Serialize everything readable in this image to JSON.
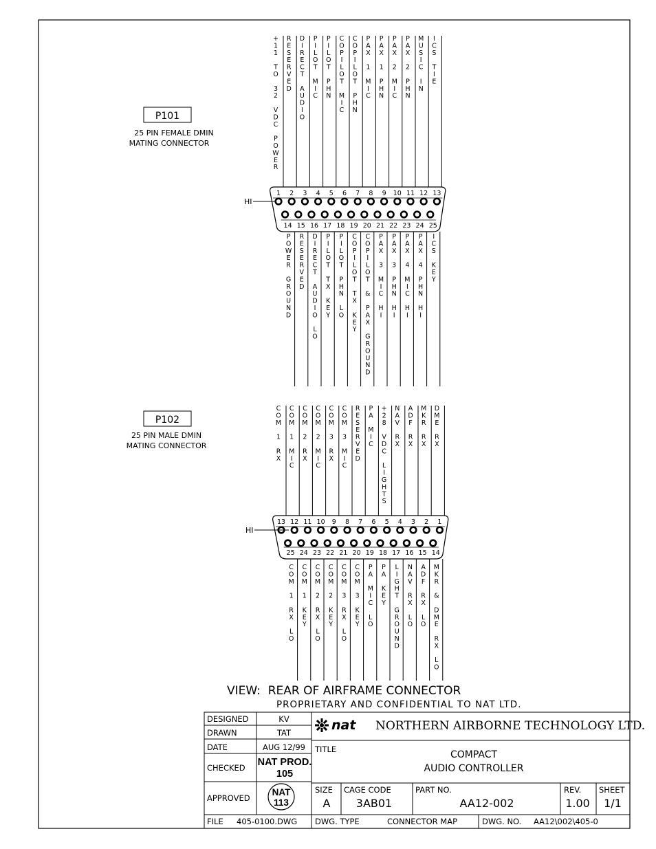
{
  "p101": {
    "tag": "P101",
    "desc1": "25 PIN FEMALE DMIN",
    "desc2": "MATING CONNECTOR",
    "hi": "HI",
    "top_nums": [
      "1",
      "2",
      "3",
      "4",
      "5",
      "6",
      "7",
      "8",
      "9",
      "10",
      "11",
      "12",
      "13"
    ],
    "bot_nums": [
      "14",
      "15",
      "16",
      "17",
      "18",
      "19",
      "20",
      "21",
      "22",
      "23",
      "24",
      "25"
    ],
    "top_signals": [
      "+11 TO 32 VDC POWER",
      "RESERVED",
      "DIRECT AUDIO",
      "PILOT MIC",
      "PILOT PHN",
      "COPILOT MIC",
      "COPILOT PHN",
      "PAX 1 MIC",
      "PAX 1 PHN",
      "PAX 2 MIC",
      "PAX 2 PHN",
      "MUSIC IN",
      "ICS TIE"
    ],
    "bot_signals": [
      "POWER GROUND",
      "RESERVED",
      "DIRECT AUDIO LO",
      "PILOT TX KEY",
      "PILOT PHN LO",
      "COPILOT TX KEY",
      "COPILOT & PAX GROUND",
      "PAX 3 MIC HI",
      "PAX 3 PHN HI",
      "PAX 4 MIC HI",
      "PAX 4 PHN HI",
      "ICS KEY"
    ]
  },
  "p102": {
    "tag": "P102",
    "desc1": "25 PIN MALE DMIN",
    "desc2": "MATING CONNECTOR",
    "hi": "HI",
    "top_nums": [
      "13",
      "12",
      "11",
      "10",
      "9",
      "8",
      "7",
      "6",
      "5",
      "4",
      "3",
      "2",
      "1"
    ],
    "bot_nums": [
      "25",
      "24",
      "23",
      "22",
      "21",
      "20",
      "19",
      "18",
      "17",
      "16",
      "15",
      "14"
    ],
    "top_signals": [
      "COM 1 RX",
      "COM 1 MIC",
      "COM 2 RX",
      "COM 2 MIC",
      "COM 3 RX",
      "COM 3 MIC",
      "RESERVED",
      "PA MIC",
      "+28 VDC LIGHTS",
      "NAV RX",
      "ADF RX",
      "MKR RX",
      "DME RX"
    ],
    "bot_signals": [
      "COM 1 RX LO",
      "COM 1 KEY",
      "COM 2 RX LO",
      "COM 2 KEY",
      "COM 3 RX LO",
      "COM 3 KEY",
      "PA MIC LO",
      "PA KEY",
      "LIGHT GROUND",
      "NAV RX LO",
      "ADF RX LO",
      "MKR & DME RX LO"
    ]
  },
  "view_note": "VIEW:  REAR OF AIRFRAME CONNECTOR",
  "proprietary": "PROPRIETARY AND CONFIDENTIAL TO NAT LTD.",
  "title_block": {
    "designed_label": "DESIGNED",
    "designed": "KV",
    "drawn_label": "DRAWN",
    "drawn": "TAT",
    "date_label": "DATE",
    "date": "AUG 12/99",
    "checked_label": "CHECKED",
    "checked1": "NAT PROD.",
    "checked2": "105",
    "approved_label": "APPROVED",
    "approved1": "NAT",
    "approved2": "113",
    "logo": "nat",
    "company": "NORTHERN AIRBORNE TECHNOLOGY LTD.",
    "title_label": "TITLE",
    "title1": "COMPACT",
    "title2": "AUDIO CONTROLLER",
    "size_label": "SIZE",
    "size": "A",
    "cage_label": "CAGE CODE",
    "cage": "3AB01",
    "part_label": "PART NO.",
    "part": "AA12-002",
    "rev_label": "REV.",
    "rev": "1.00",
    "sheet_label": "SHEET",
    "sheet": "1/1",
    "file_label": "FILE",
    "file": "405-0100.DWG",
    "dwgtype_label": "DWG. TYPE",
    "dwgtype": "CONNECTOR MAP",
    "dwgno_label": "DWG. NO.",
    "dwgno": "AA12\\002\\405-0"
  }
}
